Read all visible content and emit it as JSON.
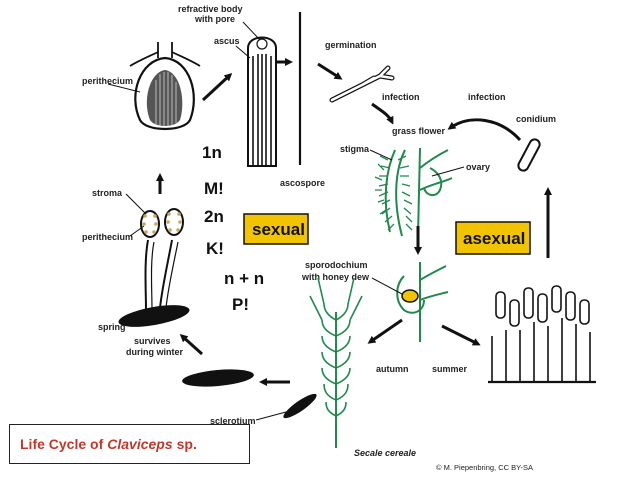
{
  "labels": {
    "refractive_body": "refractive body",
    "with_pore": "with pore",
    "ascus": "ascus",
    "perithecium_top": "perithecium",
    "germination": "germination",
    "ascospore": "ascospore",
    "infection_left": "infection",
    "infection_right": "infection",
    "conidium": "conidium",
    "stigma": "stigma",
    "grass_flower": "grass flower",
    "ovary": "ovary",
    "stroma": "stroma",
    "perithecium_mid": "perithecium",
    "sporodochium": "sporodochium",
    "with_honey_dew": "with honey dew",
    "spring": "spring",
    "survives": "survives",
    "during_winter": "during winter",
    "autumn": "autumn",
    "summer": "summer",
    "sclerotium": "sclerotium",
    "secale": "Secale cereale",
    "copyright": "© M. Piepenbring, CC BY-SA"
  },
  "ploidy": {
    "l1": "1n",
    "l2": "M!",
    "l3": "2n",
    "l4": "K!",
    "l5": "n + n",
    "l6": "P!"
  },
  "boxes": {
    "sexual": "sexual",
    "asexual": "asexual",
    "box_color": "#f2c400"
  },
  "caption": {
    "prefix": "Life Cycle of",
    "genus": "Claviceps",
    "suffix": "sp.",
    "color": "#c0392b"
  }
}
